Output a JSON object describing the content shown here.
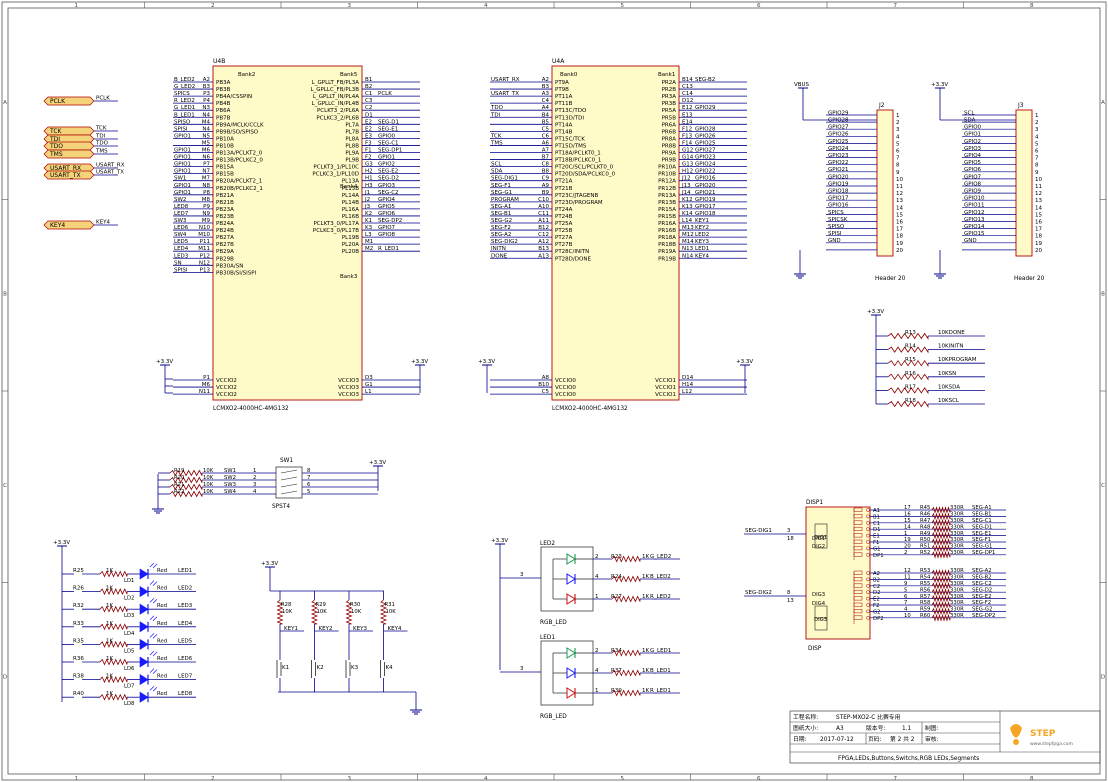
{
  "frame": {
    "cols": [
      "1",
      "2",
      "3",
      "4",
      "5",
      "6",
      "7",
      "8"
    ],
    "rows": [
      "A",
      "B",
      "C",
      "D"
    ]
  },
  "ports": [
    {
      "name": "PCLK",
      "net": "PCLK"
    },
    {
      "name": "TCK",
      "net": "TCK"
    },
    {
      "name": "TDI",
      "net": "TDI"
    },
    {
      "name": "TDO",
      "net": "TDO"
    },
    {
      "name": "TMS",
      "net": "TMS"
    },
    {
      "name": "USART_RX",
      "net": "USART_RX"
    },
    {
      "name": "USART_TX",
      "net": "USART_TX"
    },
    {
      "name": "KEY4",
      "net": "KEY4"
    }
  ],
  "u4b": {
    "ref": "U4B",
    "part": "LCMXO2-4000HC-4MG132",
    "bank_top": "Bank2",
    "bank_top_right": "Bank5",
    "bank4": "Bank4",
    "bank3": "Bank3",
    "left": [
      [
        "B_LED2",
        "A2",
        "PB3A"
      ],
      [
        "G_LED2",
        "B3",
        "PB3B"
      ],
      [
        "SPICS",
        "P3",
        "PB4A/CSSPIN"
      ],
      [
        "R_LED2",
        "P4",
        "PB4B"
      ],
      [
        "G_LED1",
        "N3",
        "PB6A"
      ],
      [
        "B_LED1",
        "N4",
        "PB7B"
      ],
      [
        "SPISO",
        "M4",
        "PB9A/MCLK/CCLK"
      ],
      [
        "SPISI",
        "N4",
        "PB9B/SO/SPISO"
      ],
      [
        "GPIO1",
        "N5",
        "PB10A"
      ],
      [
        "",
        "M5",
        "PB10B"
      ],
      [
        "GPIO1",
        "M6",
        "PB13A/PCLKT2_0"
      ],
      [
        "GPIO1",
        "N6",
        "PB13B/PCLKC2_0"
      ],
      [
        "GPIO1",
        "P7",
        "PB15A"
      ],
      [
        "GPIO1",
        "N7",
        "PB15B"
      ],
      [
        "SW1",
        "M7",
        "PB20A/PCLKT2_1"
      ],
      [
        "GPIO1",
        "N8",
        "PB20B/PCLKC2_1"
      ],
      [
        "GPIO1",
        "P8",
        "PB21A"
      ],
      [
        "SW2",
        "M8",
        "PB21B"
      ],
      [
        "LED8",
        "P9",
        "PB23A"
      ],
      [
        "LED7",
        "N9",
        "PB23B"
      ],
      [
        "SW3",
        "M9",
        "PB24A"
      ],
      [
        "LED6",
        "N10",
        "PB24B"
      ],
      [
        "SW4",
        "M10",
        "PB27A"
      ],
      [
        "LED5",
        "P11",
        "PB27B"
      ],
      [
        "LED4",
        "M11",
        "PB29A"
      ],
      [
        "LED3",
        "P12",
        "PB29B"
      ],
      [
        "SN",
        "N12",
        "PB30A/SN"
      ],
      [
        "SPISI",
        "P13",
        "PB30B/SI/SISPI"
      ],
      [
        "",
        "P1",
        "VCCIO2"
      ],
      [
        "",
        "M6",
        "VCCIO2"
      ],
      [
        "",
        "N11",
        "VCCIO2"
      ]
    ],
    "right": [
      [
        "L_GPLLT_FB/PL3A",
        "B1",
        ""
      ],
      [
        "L_GPLLC_FB/PL3B",
        "B2",
        ""
      ],
      [
        "L_GPLLT_IN/PL4A",
        "C1",
        "PCLK"
      ],
      [
        "L_GPLLC_IN/PL4B",
        "C3",
        ""
      ],
      [
        "PCLKT3_2/PL6A",
        "C2",
        ""
      ],
      [
        "PCLKC3_2/PL6B",
        "D1",
        ""
      ],
      [
        "PL7A",
        "E2",
        "SEG-D1"
      ],
      [
        "PL7B",
        "E2",
        "SEG-E1"
      ],
      [
        "PL8A",
        "E3",
        "GPIO0"
      ],
      [
        "PL8B",
        "F3",
        "SEG-C1"
      ],
      [
        "PL9A",
        "F1",
        "SEG-DP1"
      ],
      [
        "PL9B",
        "F2",
        "GPIO1"
      ],
      [
        "PCLKT3_1/PL10C",
        "G3",
        "GPIO2"
      ],
      [
        "PCLKC3_1/PL10D",
        "H2",
        "SEG-E2"
      ],
      [
        "PL13A",
        "H1",
        "SEG-D2"
      ],
      [
        "PL13B",
        "H3",
        "GPIO3"
      ],
      [
        "PL14A",
        "J1",
        "SEG-C2"
      ],
      [
        "PL14B",
        "J2",
        "GPIO4"
      ],
      [
        "PL16A",
        "J3",
        "GPIO5"
      ],
      [
        "PL16B",
        "K2",
        "GPIO6"
      ],
      [
        "PCLKT3_0/PL17A",
        "K1",
        "SEG-DP2"
      ],
      [
        "PCLKC3_0/PL17B",
        "K3",
        "GPIO7"
      ],
      [
        "PL19B",
        "L3",
        "GPIO8"
      ],
      [
        "PL20A",
        "M1",
        ""
      ],
      [
        "PL20B",
        "M2",
        "R_LED1"
      ],
      [
        "VCCIO3",
        "D3",
        ""
      ],
      [
        "VCCIO3",
        "G1",
        ""
      ],
      [
        "VCCIO3",
        "L1",
        ""
      ]
    ]
  },
  "u4a": {
    "ref": "U4A",
    "part": "LCMXO2-4000HC-4MG132",
    "bank_left": "Bank0",
    "bank_right": "Bank1",
    "left": [
      [
        "USART_RX",
        "A2",
        "PT9A"
      ],
      [
        "",
        "B3",
        "PT9B"
      ],
      [
        "USART_TX",
        "A3",
        "PT11A"
      ],
      [
        "",
        "C4",
        "PT11B"
      ],
      [
        "TDO",
        "A4",
        "PT13C/TDO"
      ],
      [
        "TDI",
        "B4",
        "PT13D/TDI"
      ],
      [
        "",
        "B5",
        "PT14A"
      ],
      [
        "",
        "C5",
        "PT14B"
      ],
      [
        "TCK",
        "C6",
        "PT15C/TCK"
      ],
      [
        "TMS",
        "A6",
        "PT15D/TMS"
      ],
      [
        "",
        "A7",
        "PT18A/PCLKT0_1"
      ],
      [
        "",
        "B7",
        "PT18B/PCLKC0_1"
      ],
      [
        "SCL",
        "C8",
        "PT20C/SCL/PCLKT0_0"
      ],
      [
        "SDA",
        "B8",
        "PT20D/SDA/PCLKC0_0"
      ],
      [
        "SEG-DIG1",
        "C9",
        "PT21A"
      ],
      [
        "SEG-F1",
        "A9",
        "PT21B"
      ],
      [
        "SEG-G1",
        "B9",
        "PT23C/JTAGENB"
      ],
      [
        "PROGRAM",
        "C10",
        "PT23D/PROGRAM"
      ],
      [
        "SEG-A1",
        "A10",
        "PT24A"
      ],
      [
        "SEG-B1",
        "C11",
        "PT24B"
      ],
      [
        "SEG-G2",
        "A11",
        "PT25A"
      ],
      [
        "SEG-F2",
        "B12",
        "PT25B"
      ],
      [
        "SEG-A2",
        "C12",
        "PT27A"
      ],
      [
        "SEG-DIG2",
        "A12",
        "PT27B"
      ],
      [
        "INITN",
        "B13",
        "PT28C/INITN"
      ],
      [
        "DONE",
        "A13",
        "PT28D/DONE"
      ],
      [
        "",
        "A8",
        "VCCIO0"
      ],
      [
        "",
        "B10",
        "VCCIO0"
      ],
      [
        "",
        "C5",
        "VCCIO0"
      ]
    ],
    "right": [
      [
        "PR2A",
        "B14",
        "SEG-B2"
      ],
      [
        "PR2B",
        "C13",
        ""
      ],
      [
        "PR3A",
        "C14",
        ""
      ],
      [
        "PR3B",
        "D12",
        ""
      ],
      [
        "PR5A",
        "E12",
        "GPIO29"
      ],
      [
        "PR5B",
        "E13",
        ""
      ],
      [
        "PR6A",
        "E14",
        ""
      ],
      [
        "PR6B",
        "F12",
        "GPIO28"
      ],
      [
        "PR8A",
        "F13",
        "GPIO26"
      ],
      [
        "PR8B",
        "F14",
        "GPIO25"
      ],
      [
        "PR9A",
        "G12",
        "GPIO27"
      ],
      [
        "PR9B",
        "G14",
        "GPIO23"
      ],
      [
        "PR10A",
        "G13",
        "GPIO24"
      ],
      [
        "PR10B",
        "H12",
        "GPIO22"
      ],
      [
        "PR12A",
        "J12",
        "GPIO16"
      ],
      [
        "PR12B",
        "J13",
        "GPIO20"
      ],
      [
        "PR13A",
        "J14",
        "GPIO21"
      ],
      [
        "PR13B",
        "K12",
        "GPIO19"
      ],
      [
        "PR15A",
        "K13",
        "GPIO17"
      ],
      [
        "PR15B",
        "K14",
        "GPIO18"
      ],
      [
        "PR16A",
        "L14",
        "KEY1"
      ],
      [
        "PR16B",
        "M13",
        "KEY2"
      ],
      [
        "PR18A",
        "M12",
        "LED2"
      ],
      [
        "PR18B",
        "M14",
        "KEY3"
      ],
      [
        "PR19A",
        "N13",
        "LED1"
      ],
      [
        "PR19B",
        "N14",
        "KEY4"
      ],
      [
        "VCCIO1",
        "D14",
        ""
      ],
      [
        "VCCIO1",
        "H14",
        ""
      ],
      [
        "VCCIO1",
        "L12",
        ""
      ]
    ]
  },
  "j2": {
    "ref": "J2",
    "name": "Header 20",
    "supply": "VBUS",
    "nets": [
      "GPIO29",
      "GPIO28",
      "GPIO27",
      "GPIO26",
      "GPIO25",
      "GPIO24",
      "GPIO23",
      "GPIO22",
      "GPIO21",
      "GPIO20",
      "GPIO19",
      "GPIO18",
      "GPIO17",
      "GPIO16",
      "SPICS",
      "SPICSK",
      "SPISO",
      "SPISI",
      "GND",
      ""
    ]
  },
  "j3": {
    "ref": "J3",
    "name": "Header 20",
    "supply": "+3.3V",
    "nets": [
      "SCL",
      "SDA",
      "GPIO0",
      "GPIO1",
      "GPIO2",
      "GPIO3",
      "GPIO4",
      "GPIO5",
      "GPIO6",
      "GPIO7",
      "GPIO8",
      "GPIO9",
      "GPIO10",
      "GPIO11",
      "GPIO12",
      "GPIO13",
      "GPIO14",
      "GPIO15",
      "GND",
      ""
    ]
  },
  "pullups": {
    "supply": "+3.3V",
    "items": [
      [
        "R13",
        "10K",
        "DONE"
      ],
      [
        "R14",
        "10K",
        "INITN"
      ],
      [
        "R15",
        "10K",
        "PROGRAM"
      ],
      [
        "R16",
        "10K",
        "SN"
      ],
      [
        "R17",
        "10K",
        "SDA"
      ],
      [
        "R18",
        "10K",
        "SCL"
      ]
    ]
  },
  "switches": {
    "ref": "SW1",
    "part": "SPST4",
    "supply": "+3.3V",
    "items": [
      [
        "R19",
        "10K",
        "SW1",
        "1",
        "8"
      ],
      [
        "R20",
        "10K",
        "SW2",
        "2",
        "7"
      ],
      [
        "R21",
        "10K",
        "SW3",
        "3",
        "6"
      ],
      [
        "R22",
        "10K",
        "SW4",
        "4",
        "5"
      ]
    ]
  },
  "leds": {
    "supply": "+3.3V",
    "items": [
      [
        "R25",
        "1K",
        "LD1",
        "Red",
        "LED1"
      ],
      [
        "R26",
        "1K",
        "LD2",
        "Red",
        "LED2"
      ],
      [
        "R32",
        "1K",
        "LD3",
        "Red",
        "LED3"
      ],
      [
        "R33",
        "1K",
        "LD4",
        "Red",
        "LED4"
      ],
      [
        "R35",
        "1K",
        "LD5",
        "Red",
        "LED5"
      ],
      [
        "R36",
        "1K",
        "LD6",
        "Red",
        "LED6"
      ],
      [
        "R38",
        "1K",
        "LD7",
        "Red",
        "LED7"
      ],
      [
        "R40",
        "1K",
        "LD8",
        "Red",
        "LED8"
      ]
    ]
  },
  "keys": {
    "supply": "+3.3V",
    "items": [
      [
        "R28",
        "10K",
        "KEY1",
        "K1"
      ],
      [
        "R29",
        "10K",
        "KEY2",
        "K2"
      ],
      [
        "R30",
        "10K",
        "KEY3",
        "K3"
      ],
      [
        "R31",
        "10K",
        "KEY4",
        "K4"
      ]
    ]
  },
  "rgb": [
    {
      "ref": "LED2",
      "name": "RGB_LED",
      "common": "3",
      "rows": [
        [
          "2",
          "R23",
          "1K",
          "G_LED2"
        ],
        [
          "4",
          "R24",
          "1K",
          "B_LED2"
        ],
        [
          "1",
          "R27",
          "1K",
          "R_LED2"
        ]
      ]
    },
    {
      "ref": "LED1",
      "name": "RGB_LED",
      "common": "3",
      "rows": [
        [
          "2",
          "R34",
          "1K",
          "G_LED1"
        ],
        [
          "4",
          "R37",
          "1K",
          "B_LED1"
        ],
        [
          "1",
          "R39",
          "1K",
          "R_LED1"
        ]
      ]
    }
  ],
  "disp": {
    "ref": "DISP1",
    "name": "DISP",
    "dig_top": [
      "DIG1",
      "DIG2"
    ],
    "dig_bottom": [
      "DIG3",
      "DIG4"
    ],
    "dig1_net": "SEG-DIG1",
    "dig1_pins": [
      "3",
      "18"
    ],
    "dig2_net": "SEG-DIG2",
    "dig2_pins": [
      "8",
      "13"
    ],
    "top": [
      [
        "A1",
        "17",
        "R45",
        "330R",
        "SEG-A1"
      ],
      [
        "B1",
        "16",
        "R46",
        "330R",
        "SEG-B1"
      ],
      [
        "C1",
        "15",
        "R47",
        "330R",
        "SEG-C1"
      ],
      [
        "D1",
        "14",
        "R48",
        "330R",
        "SEG-D1"
      ],
      [
        "E1",
        "1",
        "R49",
        "330R",
        "SEG-E1"
      ],
      [
        "F1",
        "19",
        "R50",
        "330R",
        "SEG-F1"
      ],
      [
        "G1",
        "20",
        "R51",
        "330R",
        "SEG-G1"
      ],
      [
        "DP1",
        "2",
        "R52",
        "330R",
        "SEG-DP1"
      ]
    ],
    "bottom": [
      [
        "A2",
        "12",
        "R53",
        "330R",
        "SEG-A2"
      ],
      [
        "B2",
        "11",
        "R54",
        "330R",
        "SEG-B2"
      ],
      [
        "C2",
        "9",
        "R55",
        "330R",
        "SEG-C2"
      ],
      [
        "D2",
        "5",
        "R56",
        "330R",
        "SEG-D2"
      ],
      [
        "E2",
        "6",
        "R57",
        "330R",
        "SEG-E2"
      ],
      [
        "F2",
        "7",
        "R58",
        "330R",
        "SEG-F2"
      ],
      [
        "G2",
        "4",
        "R59",
        "330R",
        "SEG-G2"
      ],
      [
        "DP2",
        "10",
        "R60",
        "330R",
        "SEG-DP2"
      ]
    ]
  },
  "titleblock": {
    "project_label": "工程名称:",
    "project": "STEP-MXO2-C 比赛专用",
    "size_label": "图纸大小:",
    "size": "A3",
    "ver_label": "版本号:",
    "ver": "1.1",
    "maker_label": "制图:",
    "check_label": "审核:",
    "date_label": "日期:",
    "date": "2017-07-12",
    "page_label": "页码:",
    "page": "第 2 共 2",
    "title": "FPGA,LEDs,Buttons,Switchs,RGB LEDs,Segments",
    "logo": "STEP",
    "logo_url": "www.stepfpga.com"
  },
  "colors": {
    "wire": "#00008b",
    "body": "#fffbc8",
    "bodyStroke": "#b00000",
    "pin": "#8b0000",
    "text": "#000000",
    "led": "#1a1aff"
  }
}
